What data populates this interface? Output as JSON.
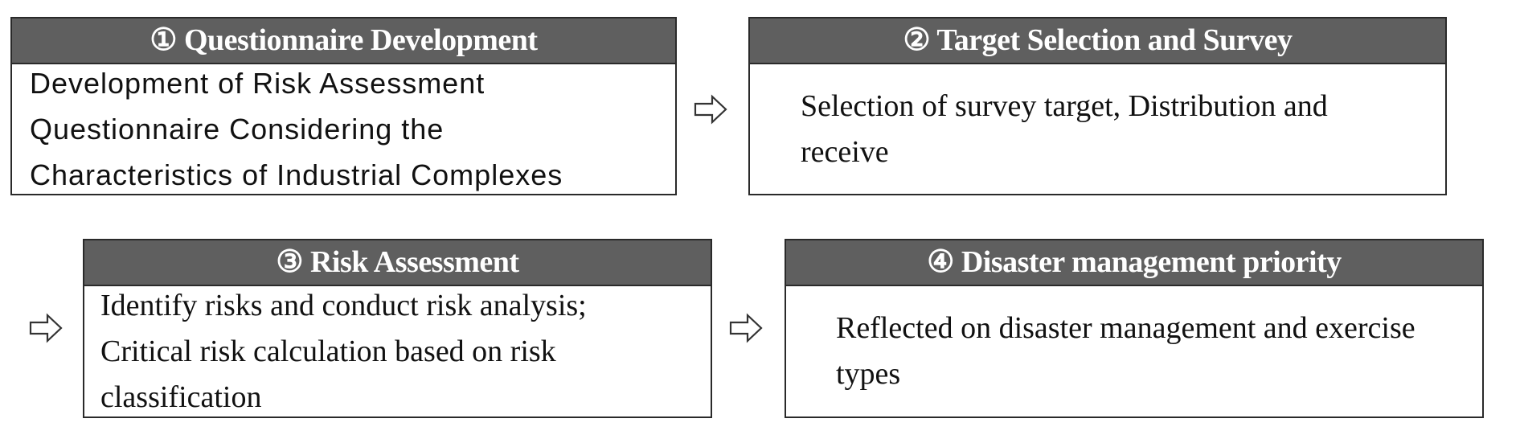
{
  "steps": [
    {
      "title": "① Questionnaire Development",
      "lines": [
        "Development of Risk Assessment",
        "Questionnaire Considering the",
        "Characteristics of Industrial Complexes"
      ]
    },
    {
      "title": "② Target Selection and Survey",
      "lines": [
        "Selection of survey target, Distribution and",
        "receive"
      ]
    },
    {
      "title": "③ Risk Assessment",
      "lines": [
        "Identify risks and conduct risk analysis;",
        "Critical risk calculation based on risk",
        "classification"
      ]
    },
    {
      "title": "④ Disaster management priority",
      "lines": [
        "Reflected on disaster management and exercise",
        "types"
      ]
    }
  ],
  "arrows": [
    {
      "icon": "right-arrow-icon",
      "from": "step-1",
      "to": "step-2"
    },
    {
      "icon": "right-arrow-icon",
      "from": "step-2",
      "to": "step-3"
    },
    {
      "icon": "right-arrow-icon",
      "from": "step-3",
      "to": "step-4"
    }
  ],
  "colors": {
    "header_background": "#5f5f5f",
    "header_text": "#ffffff",
    "border": "#2a2a2a",
    "body_text": "#111111",
    "arrow_stroke": "#333333"
  }
}
